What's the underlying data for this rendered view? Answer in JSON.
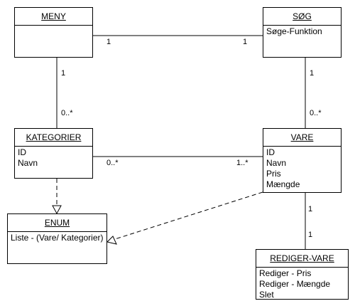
{
  "classes": {
    "meny": {
      "name": "MENY",
      "attributes": []
    },
    "sog": {
      "name": "SØG",
      "attributes": [
        "Søge-Funktion"
      ]
    },
    "kategorier": {
      "name": "KATEGORIER",
      "attributes": [
        "ID",
        "Navn"
      ]
    },
    "vare": {
      "name": "VARE",
      "attributes": [
        "ID",
        "Navn",
        "Pris",
        "Mængde"
      ]
    },
    "enum": {
      "name": "ENUM",
      "attributes": [
        "Liste - (Vare/ Kategorier)"
      ]
    },
    "rediger_vare": {
      "name": "REDIGER-VARE",
      "attributes": [
        "Rediger - Pris",
        "Rediger - Mængde",
        "Slet"
      ]
    }
  },
  "associations": {
    "meny_sog": {
      "from_mult": "1",
      "to_mult": "1"
    },
    "meny_kategorier": {
      "from_mult": "1",
      "to_mult": "0..*"
    },
    "sog_vare": {
      "from_mult": "1",
      "to_mult": "0..*"
    },
    "kategorier_vare": {
      "from_mult": "0..*",
      "to_mult": "1..*"
    },
    "vare_rediger": {
      "from_mult": "1",
      "to_mult": "1"
    }
  },
  "realizations": [
    "kategorier_to_enum",
    "vare_to_enum"
  ]
}
